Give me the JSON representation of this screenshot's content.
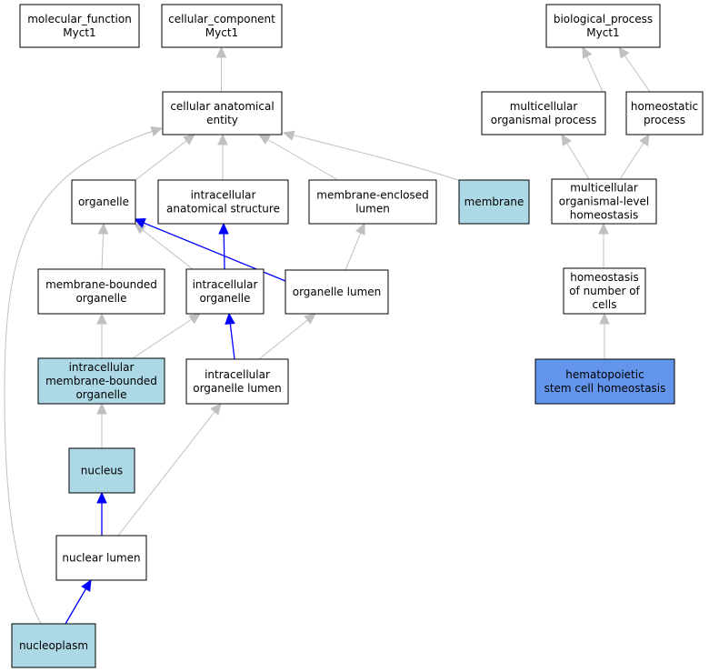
{
  "colors": {
    "default_fill": "#ffffff",
    "highlight_fill": "#add8e6",
    "focus_fill": "#6495ed",
    "is_a_edge": "#c0c0c0",
    "part_of_edge": "#0000ff"
  },
  "nodes": {
    "mf_root": {
      "lines": [
        "molecular_function",
        "Myct1"
      ]
    },
    "cc_root": {
      "lines": [
        "cellular_component",
        "Myct1"
      ]
    },
    "bp_root": {
      "lines": [
        "biological_process",
        "Myct1"
      ]
    },
    "cae": {
      "lines": [
        "cellular anatomical",
        "entity"
      ]
    },
    "mop": {
      "lines": [
        "multicellular",
        "organismal process"
      ]
    },
    "homeo_proc": {
      "lines": [
        "homeostatic",
        "process"
      ]
    },
    "organelle": {
      "lines": [
        "organelle"
      ]
    },
    "ias": {
      "lines": [
        "intracellular",
        "anatomical structure"
      ]
    },
    "mel": {
      "lines": [
        "membrane-enclosed",
        "lumen"
      ]
    },
    "membrane": {
      "lines": [
        "membrane"
      ]
    },
    "molh": {
      "lines": [
        "multicellular",
        "organismal-level",
        "homeostasis"
      ]
    },
    "mbo": {
      "lines": [
        "membrane-bounded",
        "organelle"
      ]
    },
    "io": {
      "lines": [
        "intracellular",
        "organelle"
      ]
    },
    "ol": {
      "lines": [
        "organelle lumen"
      ]
    },
    "honc": {
      "lines": [
        "homeostasis",
        "of number of",
        "cells"
      ]
    },
    "imbo": {
      "lines": [
        "intracellular",
        "membrane-bounded",
        "organelle"
      ]
    },
    "iol": {
      "lines": [
        "intracellular",
        "organelle lumen"
      ]
    },
    "hsch": {
      "lines": [
        "hematopoietic",
        "stem cell homeostasis"
      ]
    },
    "nucleus": {
      "lines": [
        "nucleus"
      ]
    },
    "nl": {
      "lines": [
        "nuclear lumen"
      ]
    },
    "np": {
      "lines": [
        "nucleoplasm"
      ]
    }
  }
}
